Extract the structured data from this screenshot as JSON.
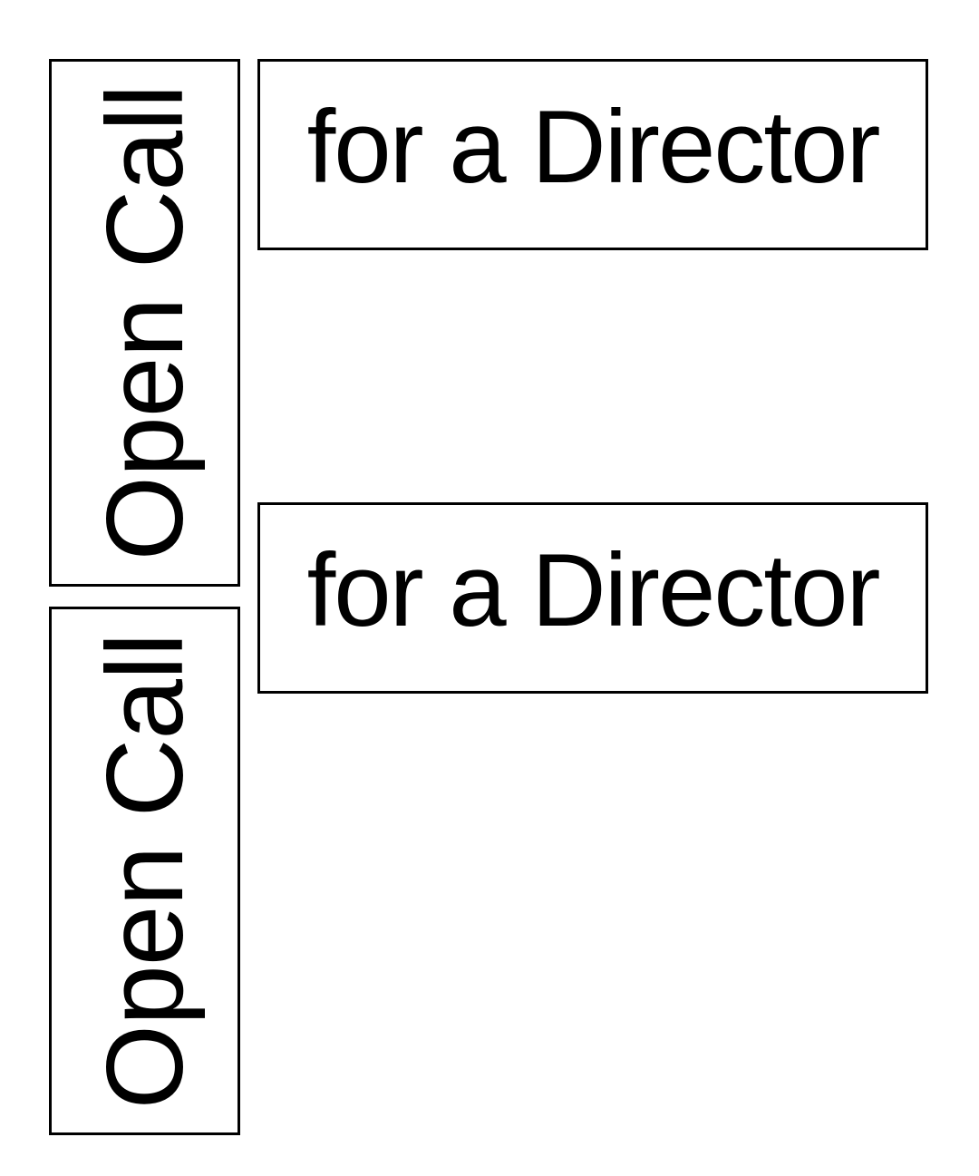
{
  "tiles": {
    "open_call_1": "Open Call",
    "open_call_2": "Open Call",
    "for_a_director_1": "for a Director",
    "for_a_director_2": "for a Director"
  },
  "colors": {
    "background": "#ffffff",
    "text": "#000000",
    "border": "#000000"
  }
}
